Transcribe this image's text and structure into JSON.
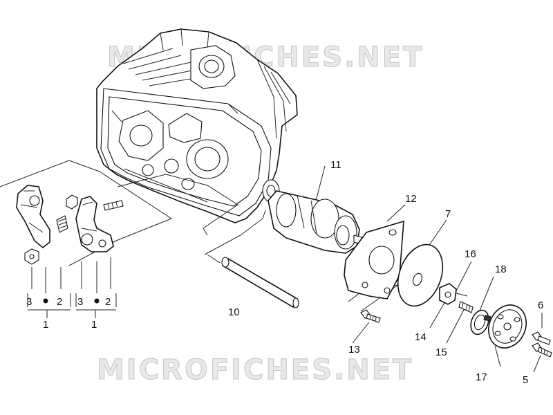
{
  "watermark": {
    "top": "MICROFICHES.NET",
    "bottom": "MICROFICHES.NET"
  },
  "callouts": {
    "left_group": {
      "a": "3",
      "b": "2",
      "total": "1"
    },
    "right_group": {
      "a": "3",
      "b": "2",
      "total": "1"
    },
    "camshaft": "11",
    "plate": "12",
    "disc": "7",
    "pin": "16",
    "gear": "18",
    "bolt_right_top": "6",
    "push_rod": "10",
    "screw_plate": "13",
    "cam_sensor": "14",
    "spring": "15",
    "cover": "17",
    "bolt_right_bottom": "5"
  },
  "colors": {
    "line": "#111111",
    "watermark_fill": "#e8e8e8",
    "watermark_stroke": "#c4c4c4"
  }
}
